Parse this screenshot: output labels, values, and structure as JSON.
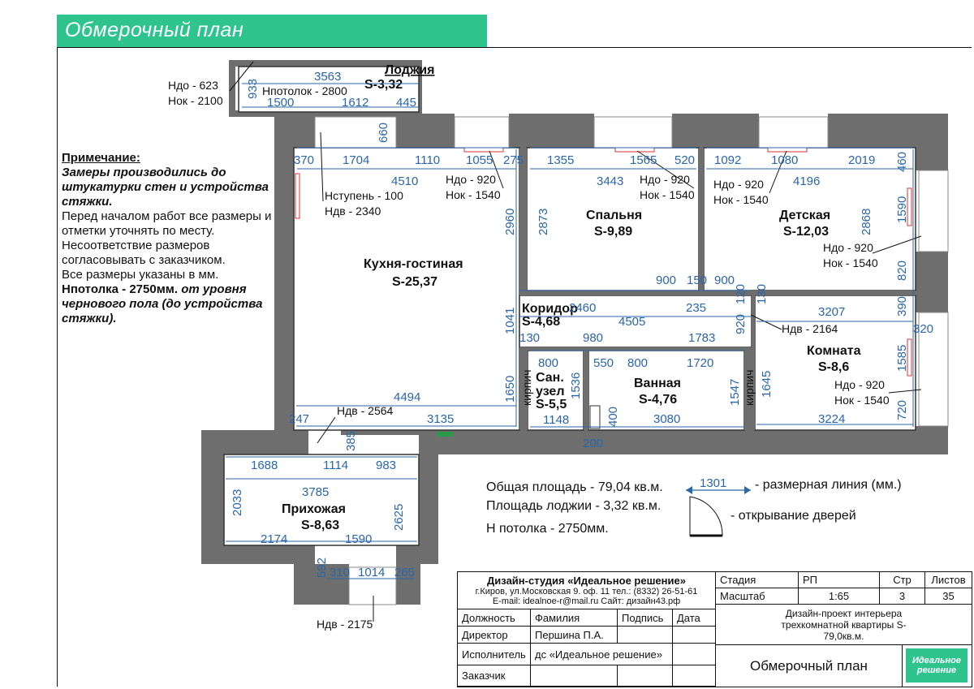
{
  "header": {
    "title": "Обмерочный план"
  },
  "note": {
    "heading": "Примечание:",
    "italic1": "Замеры производились до штукатурки стен и устройства стяжки.",
    "text1": "Перед началом работ все размеры и отметки уточнять по месту.",
    "text2": "Несоответствие размеров согласовывать с заказчиком.",
    "text3": "Все размеры указаны в мм.",
    "bold_prefix": "Нпотолка - 2750мм.",
    "bold_italic": "от уровня чернового пола (до устройства стяжки)."
  },
  "rooms": {
    "loggia": {
      "name": "Лоджия",
      "area": "S-3,32"
    },
    "kitchen": {
      "name": "Кухня-гостиная",
      "area": "S-25,37"
    },
    "bedroom": {
      "name": "Спальня",
      "area": "S-9,89"
    },
    "kids": {
      "name": "Детская",
      "area": "S-12,03"
    },
    "corridor": {
      "name": "Коридор",
      "area": "S-4,68"
    },
    "room": {
      "name": "Комната",
      "area": "S-8,6"
    },
    "wc1": {
      "name": "Сан.",
      "area": "S-5,5",
      "name2": "узел"
    },
    "bath": {
      "name": "Ванная",
      "area": "S-4,76"
    },
    "hall": {
      "name": "Прихожая",
      "area": "S-8,63"
    }
  },
  "labels": {
    "hdo623": "Ндо - 623",
    "hok2100": "Нок - 2100",
    "hceil2800": "Нпотолок - 2800",
    "hstep": "Нступень - 100",
    "hdv2340": "Ндв - 2340",
    "hdo920": "Ндо - 920",
    "hok1540": "Нок - 1540",
    "hdv2164": "Ндв - 2164",
    "hdv2564": "Ндв - 2564",
    "hdv2175": "Ндв - 2175",
    "brick": "кирпич"
  },
  "dims": {
    "d3563": "3563",
    "d933": "933",
    "d1500": "1500",
    "d1612": "1612",
    "d445": "445",
    "d660": "660",
    "d370": "370",
    "d1704": "1704",
    "d1110": "1110",
    "d1055": "1055",
    "d275": "275",
    "d4510": "4510",
    "d2960": "2960",
    "d1355": "1355",
    "d1565": "1565",
    "d520": "520",
    "d3443": "3443",
    "d2873": "2873",
    "d1092": "1092",
    "d1080": "1080",
    "d2019": "2019",
    "d460": "460",
    "d4196": "4196",
    "d1590": "1590",
    "d2868": "2868",
    "d820": "820",
    "d900a": "900",
    "d150": "150",
    "d900b": "900",
    "d120": "120",
    "d130a": "130",
    "d2460": "2460",
    "d235": "235",
    "d4505": "4505",
    "d1041": "1041",
    "d920": "920",
    "d130b": "130",
    "d980": "980",
    "d1783": "1783",
    "d3207": "3207",
    "d390": "390",
    "d320": "320",
    "d1585": "1585",
    "d800a": "800",
    "d550": "550",
    "d800b": "800",
    "d1720": "1720",
    "d1536": "1536",
    "d1547": "1547",
    "d1645": "1645",
    "d720": "720",
    "d1148": "1148",
    "d400": "400",
    "d3080": "3080",
    "d3224": "3224",
    "d200": "200",
    "d1650": "1650",
    "d4494": "4494",
    "d247": "247",
    "d3135": "3135",
    "d385": "385",
    "d1688": "1688",
    "d1114": "1114",
    "d983": "983",
    "d3785": "3785",
    "d2033": "2033",
    "d2625": "2625",
    "d2174": "2174",
    "d1590b": "1590",
    "d592": "592",
    "d310": "310",
    "d1014": "1014",
    "d265": "265"
  },
  "summary": {
    "total": "Общая площадь - 79,04 кв.м.",
    "loggia": "Площадь лоджии - 3,32 кв.м.",
    "ceiling": "Н потолка - 2750мм."
  },
  "legend": {
    "sample": "1301",
    "dimline": "- размерная линия (мм.)",
    "door": "- открывание дверей"
  },
  "title_block": {
    "studio": "Дизайн-студия «Идеальное решение»",
    "address": "г.Киров, ул.Московская 9. оф. 11    тел.: (8332) 26-51-61",
    "contact": "E-mail: idealnoe-r@mail.ru     Сайт: дизайн43.рф",
    "h_stage": "Стадия",
    "v_stage": "РП",
    "h_sheet": "Стр",
    "h_sheets": "Листов",
    "h_scale": "Масштаб",
    "v_scale": "1:65",
    "v_sheet": "3",
    "v_sheets": "35",
    "h_role": "Должность",
    "h_name": "Фамилия",
    "h_sign": "Подпись",
    "h_date": "Дата",
    "role1": "Директор",
    "name1": "Першина П.А.",
    "role2": "Исполнитель",
    "name2": "дс «Идеальное решение»",
    "role3": "Заказчик",
    "project": "Дизайн-проект интерьера трехкомнатной квартиры S-79,0кв.м.",
    "sheet_title": "Обмерочный план",
    "logo": "Идеальное решение"
  }
}
